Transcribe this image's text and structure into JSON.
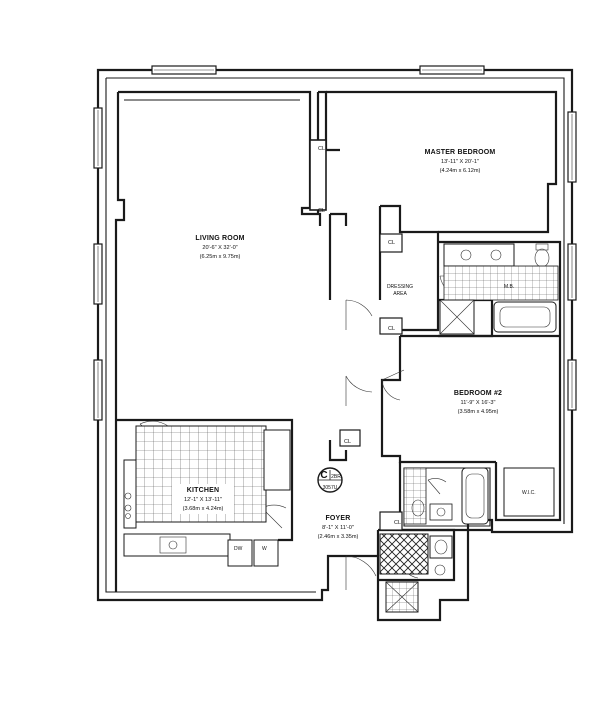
{
  "rooms": {
    "living": {
      "name": "LIVING ROOM",
      "dim_imperial": "20'-6\" X 32'-0\"",
      "dim_metric": "(6.25m x 9.75m)"
    },
    "master": {
      "name": "MASTER BEDROOM",
      "dim_imperial": "13'-11\" X 20'-1\"",
      "dim_metric": "(4.24m x 6.12m)"
    },
    "bedroom2": {
      "name": "BEDROOM #2",
      "dim_imperial": "11'-9\" X 16'-3\"",
      "dim_metric": "(3.58m x 4.95m)"
    },
    "kitchen": {
      "name": "KITCHEN",
      "dim_imperial": "12'-1\" X 13'-11\"",
      "dim_metric": "(3.68m x 4.24m)"
    },
    "foyer": {
      "name": "FOYER",
      "dim_imperial": "8'-1\" X 11'-0\"",
      "dim_metric": "(2.46m x 3.35m)"
    },
    "dressing": {
      "name": "DRESSING",
      "sub": "AREA"
    }
  },
  "labels": {
    "closet": "CL",
    "master_bath": "M.B.",
    "walk_in_closet": "W.I.C.",
    "dw": "DW",
    "washer": "W",
    "unit_letter": "C",
    "unit_type": "2BR",
    "unit_number": "3057U"
  }
}
